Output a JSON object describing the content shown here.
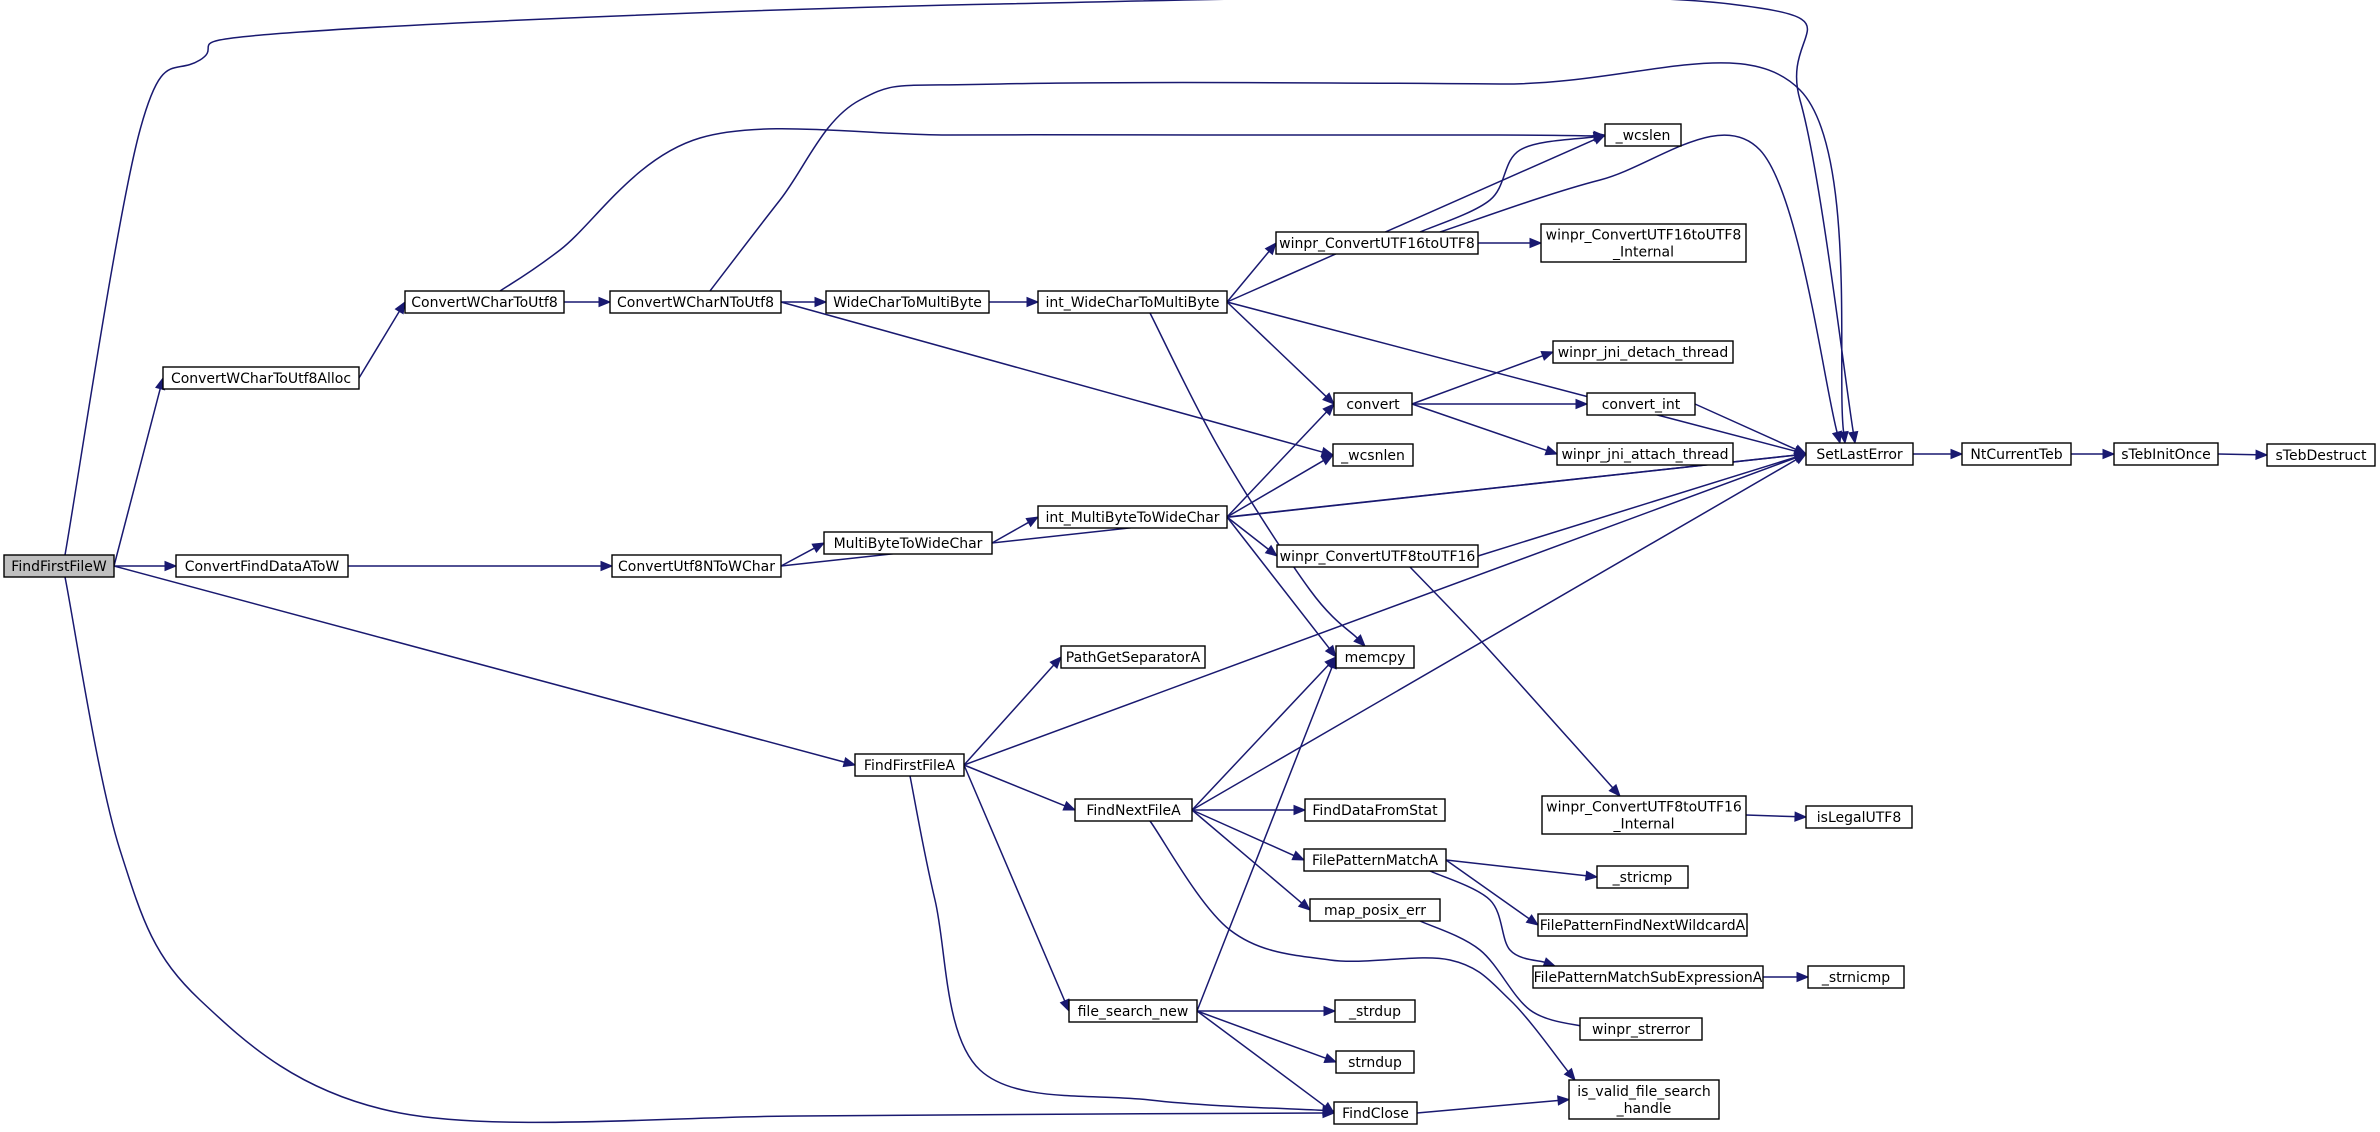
{
  "graph": {
    "colors": {
      "edge": "#191970",
      "node_fill": "#ffffff",
      "root_fill": "#bfbfbf",
      "border": "#000000"
    },
    "nodes": [
      {
        "id": "FindFirstFileW",
        "lines": [
          "FindFirstFileW"
        ],
        "root": true
      },
      {
        "id": "ConvertWCharToUtf8Alloc",
        "lines": [
          "ConvertWCharToUtf8Alloc"
        ]
      },
      {
        "id": "ConvertFindDataAToW",
        "lines": [
          "ConvertFindDataAToW"
        ]
      },
      {
        "id": "ConvertWCharToUtf8",
        "lines": [
          "ConvertWCharToUtf8"
        ]
      },
      {
        "id": "ConvertWCharNToUtf8",
        "lines": [
          "ConvertWCharNToUtf8"
        ]
      },
      {
        "id": "ConvertUtf8NToWChar",
        "lines": [
          "ConvertUtf8NToWChar"
        ]
      },
      {
        "id": "WideCharToMultiByte",
        "lines": [
          "WideCharToMultiByte"
        ]
      },
      {
        "id": "MultiByteToWideChar",
        "lines": [
          "MultiByteToWideChar"
        ]
      },
      {
        "id": "int_WideCharToMultiByte",
        "lines": [
          "int_WideCharToMultiByte"
        ]
      },
      {
        "id": "int_MultiByteToWideChar",
        "lines": [
          "int_MultiByteToWideChar"
        ]
      },
      {
        "id": "winpr_ConvertUTF16toUTF8",
        "lines": [
          "winpr_ConvertUTF16toUTF8"
        ]
      },
      {
        "id": "winpr_ConvertUTF16toUTF8_Internal",
        "lines": [
          "winpr_ConvertUTF16toUTF8",
          "_Internal"
        ]
      },
      {
        "id": "_wcslen",
        "lines": [
          "_wcslen"
        ]
      },
      {
        "id": "convert",
        "lines": [
          "convert"
        ]
      },
      {
        "id": "winpr_jni_detach_thread",
        "lines": [
          "winpr_jni_detach_thread"
        ]
      },
      {
        "id": "convert_int",
        "lines": [
          "convert_int"
        ]
      },
      {
        "id": "winpr_jni_attach_thread",
        "lines": [
          "winpr_jni_attach_thread"
        ]
      },
      {
        "id": "_wcsnlen",
        "lines": [
          "_wcsnlen"
        ]
      },
      {
        "id": "SetLastError",
        "lines": [
          "SetLastError"
        ]
      },
      {
        "id": "NtCurrentTeb",
        "lines": [
          "NtCurrentTeb"
        ]
      },
      {
        "id": "sTebInitOnce",
        "lines": [
          "sTebInitOnce"
        ]
      },
      {
        "id": "sTebDestruct",
        "lines": [
          "sTebDestruct"
        ]
      },
      {
        "id": "winpr_ConvertUTF8toUTF16",
        "lines": [
          "winpr_ConvertUTF8toUTF16"
        ]
      },
      {
        "id": "memcpy",
        "lines": [
          "memcpy"
        ]
      },
      {
        "id": "PathGetSeparatorA",
        "lines": [
          "PathGetSeparatorA"
        ]
      },
      {
        "id": "FindFirstFileA",
        "lines": [
          "FindFirstFileA"
        ]
      },
      {
        "id": "FindNextFileA",
        "lines": [
          "FindNextFileA"
        ]
      },
      {
        "id": "FindDataFromStat",
        "lines": [
          "FindDataFromStat"
        ]
      },
      {
        "id": "winpr_ConvertUTF8toUTF16_Internal",
        "lines": [
          "winpr_ConvertUTF8toUTF16",
          "_Internal"
        ]
      },
      {
        "id": "isLegalUTF8",
        "lines": [
          "isLegalUTF8"
        ]
      },
      {
        "id": "FilePatternMatchA",
        "lines": [
          "FilePatternMatchA"
        ]
      },
      {
        "id": "_stricmp",
        "lines": [
          "_stricmp"
        ]
      },
      {
        "id": "map_posix_err",
        "lines": [
          "map_posix_err"
        ]
      },
      {
        "id": "FilePatternFindNextWildcardA",
        "lines": [
          "FilePatternFindNextWildcardA"
        ]
      },
      {
        "id": "FilePatternMatchSubExpressionA",
        "lines": [
          "FilePatternMatchSubExpressionA"
        ]
      },
      {
        "id": "_strnicmp",
        "lines": [
          "_strnicmp"
        ]
      },
      {
        "id": "winpr_strerror",
        "lines": [
          "winpr_strerror"
        ]
      },
      {
        "id": "file_search_new",
        "lines": [
          "file_search_new"
        ]
      },
      {
        "id": "_strdup",
        "lines": [
          "_strdup"
        ]
      },
      {
        "id": "strndup",
        "lines": [
          "strndup"
        ]
      },
      {
        "id": "FindClose",
        "lines": [
          "FindClose"
        ]
      },
      {
        "id": "is_valid_file_search_handle",
        "lines": [
          "is_valid_file_search",
          "_handle"
        ]
      }
    ],
    "edges": [
      [
        "FindFirstFileW",
        "ConvertWCharToUtf8Alloc"
      ],
      [
        "FindFirstFileW",
        "SetLastError"
      ],
      [
        "FindFirstFileW",
        "ConvertFindDataAToW"
      ],
      [
        "FindFirstFileW",
        "FindFirstFileA"
      ],
      [
        "FindFirstFileW",
        "FindClose"
      ],
      [
        "ConvertWCharToUtf8Alloc",
        "ConvertWCharToUtf8"
      ],
      [
        "ConvertWCharToUtf8",
        "ConvertWCharNToUtf8"
      ],
      [
        "ConvertWCharToUtf8",
        "_wcslen"
      ],
      [
        "ConvertWCharNToUtf8",
        "SetLastError"
      ],
      [
        "ConvertWCharNToUtf8",
        "WideCharToMultiByte"
      ],
      [
        "ConvertWCharNToUtf8",
        "_wcsnlen"
      ],
      [
        "WideCharToMultiByte",
        "int_WideCharToMultiByte"
      ],
      [
        "int_WideCharToMultiByte",
        "_wcslen"
      ],
      [
        "int_WideCharToMultiByte",
        "winpr_ConvertUTF16toUTF8"
      ],
      [
        "int_WideCharToMultiByte",
        "SetLastError"
      ],
      [
        "int_WideCharToMultiByte",
        "convert"
      ],
      [
        "int_WideCharToMultiByte",
        "memcpy"
      ],
      [
        "winpr_ConvertUTF16toUTF8",
        "_wcslen"
      ],
      [
        "winpr_ConvertUTF16toUTF8",
        "SetLastError"
      ],
      [
        "winpr_ConvertUTF16toUTF8",
        "winpr_ConvertUTF16toUTF8_Internal"
      ],
      [
        "convert",
        "winpr_jni_detach_thread"
      ],
      [
        "convert",
        "convert_int"
      ],
      [
        "convert",
        "winpr_jni_attach_thread"
      ],
      [
        "convert_int",
        "SetLastError"
      ],
      [
        "SetLastError",
        "NtCurrentTeb"
      ],
      [
        "NtCurrentTeb",
        "sTebInitOnce"
      ],
      [
        "sTebInitOnce",
        "sTebDestruct"
      ],
      [
        "ConvertFindDataAToW",
        "ConvertUtf8NToWChar"
      ],
      [
        "ConvertUtf8NToWChar",
        "MultiByteToWideChar"
      ],
      [
        "ConvertUtf8NToWChar",
        "SetLastError"
      ],
      [
        "MultiByteToWideChar",
        "int_MultiByteToWideChar"
      ],
      [
        "int_MultiByteToWideChar",
        "convert"
      ],
      [
        "int_MultiByteToWideChar",
        "_wcsnlen"
      ],
      [
        "int_MultiByteToWideChar",
        "SetLastError"
      ],
      [
        "int_MultiByteToWideChar",
        "winpr_ConvertUTF8toUTF16"
      ],
      [
        "int_MultiByteToWideChar",
        "memcpy"
      ],
      [
        "winpr_ConvertUTF8toUTF16",
        "SetLastError"
      ],
      [
        "winpr_ConvertUTF8toUTF16",
        "winpr_ConvertUTF8toUTF16_Internal"
      ],
      [
        "winpr_ConvertUTF8toUTF16_Internal",
        "isLegalUTF8"
      ],
      [
        "FindFirstFileA",
        "PathGetSeparatorA"
      ],
      [
        "FindFirstFileA",
        "SetLastError"
      ],
      [
        "FindFirstFileA",
        "FindNextFileA"
      ],
      [
        "FindFirstFileA",
        "file_search_new"
      ],
      [
        "FindFirstFileA",
        "FindClose"
      ],
      [
        "FindNextFileA",
        "memcpy"
      ],
      [
        "FindNextFileA",
        "SetLastError"
      ],
      [
        "FindNextFileA",
        "FindDataFromStat"
      ],
      [
        "FindNextFileA",
        "FilePatternMatchA"
      ],
      [
        "FindNextFileA",
        "map_posix_err"
      ],
      [
        "FindNextFileA",
        "is_valid_file_search_handle"
      ],
      [
        "FilePatternMatchA",
        "_stricmp"
      ],
      [
        "FilePatternMatchA",
        "FilePatternFindNextWildcardA"
      ],
      [
        "FilePatternMatchA",
        "FilePatternMatchSubExpressionA"
      ],
      [
        "FilePatternMatchSubExpressionA",
        "_strnicmp"
      ],
      [
        "map_posix_err",
        "winpr_strerror"
      ],
      [
        "file_search_new",
        "memcpy"
      ],
      [
        "file_search_new",
        "_strdup"
      ],
      [
        "file_search_new",
        "strndup"
      ],
      [
        "file_search_new",
        "FindClose"
      ],
      [
        "FindClose",
        "is_valid_file_search_handle"
      ]
    ]
  }
}
